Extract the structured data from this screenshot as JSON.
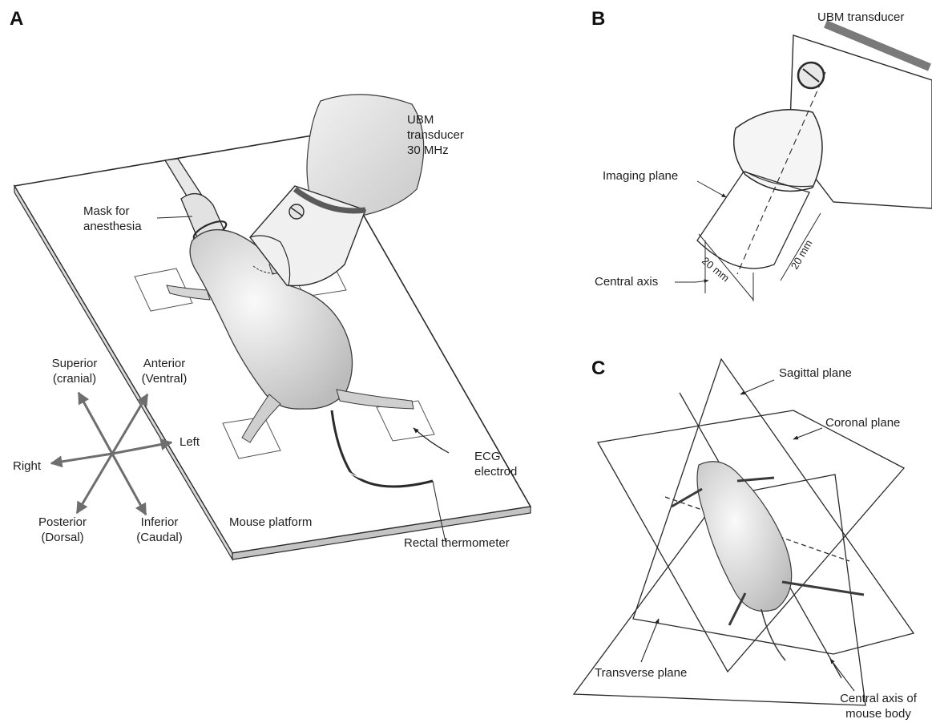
{
  "panels": {
    "a": {
      "letter": "A",
      "transducer_line1": "UBM",
      "transducer_line2": "transducer",
      "transducer_line3": "30 MHz",
      "mask_line1": "Mask for",
      "mask_line2": "anesthesia",
      "superior_line1": "Superior",
      "superior_line2": "(cranial)",
      "anterior_line1": "Anterior",
      "anterior_line2": "(Ventral)",
      "left": "Left",
      "right": "Right",
      "posterior_line1": "Posterior",
      "posterior_line2": "(Dorsal)",
      "inferior_line1": "Inferior",
      "inferior_line2": "(Caudal)",
      "ecg_line1": "ECG",
      "ecg_line2": "electrod",
      "platform": "Mouse platform",
      "thermometer": "Rectal thermometer"
    },
    "b": {
      "letter": "B",
      "transducer": "UBM transducer",
      "imaging_plane": "Imaging plane",
      "central_axis": "Central axis",
      "dim1": "20 mm",
      "dim2": "20 mm"
    },
    "c": {
      "letter": "C",
      "sagittal": "Sagittal plane",
      "coronal": "Coronal plane",
      "transverse": "Transverse plane",
      "axis_line1": "Central axis of",
      "axis_line2": "mouse body"
    }
  },
  "colors": {
    "line": "#2a2a2a",
    "arrow": "#6e6e6e",
    "shade": "#bdbdbd",
    "band": "#5a5a5a"
  }
}
